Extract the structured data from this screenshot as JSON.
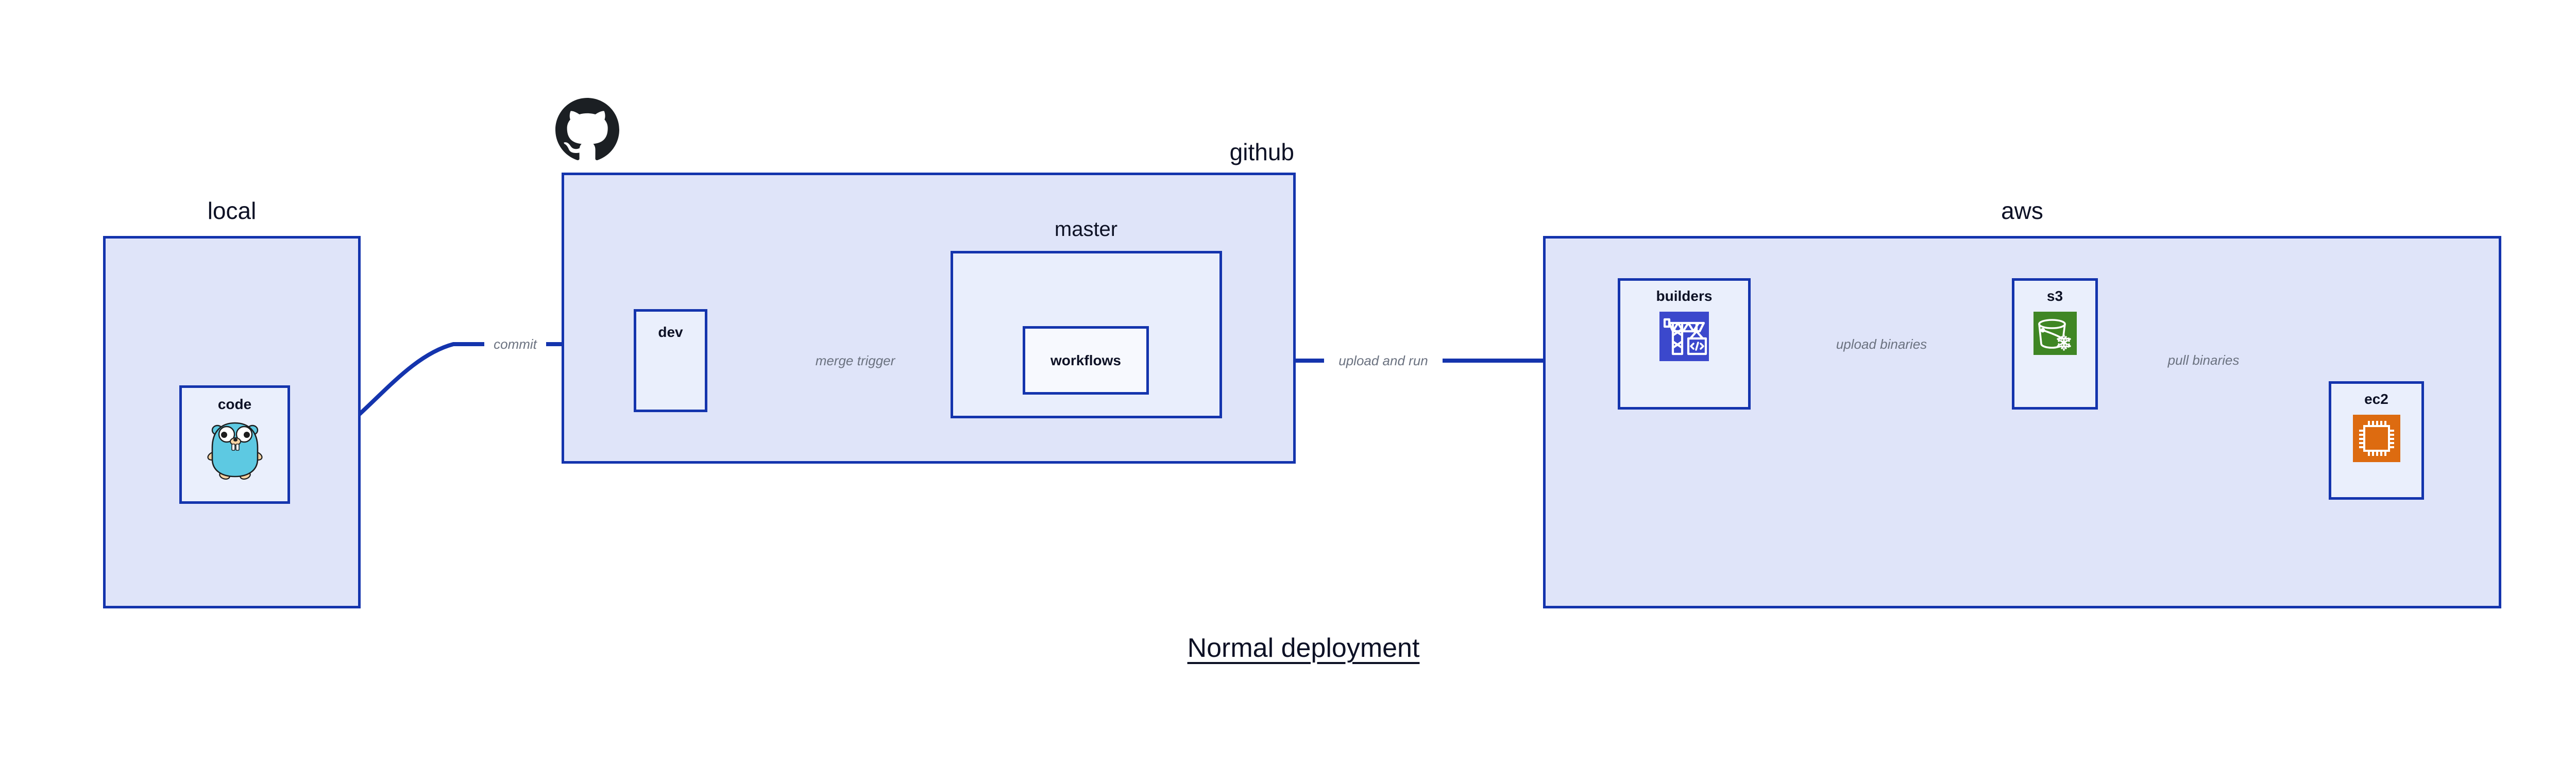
{
  "diagram": {
    "caption": "Normal deployment",
    "accent_color": "#1434ad",
    "zone_fill": "#dfe4f9",
    "node_fill": "#eaeffc",
    "label_color": "#6b7280"
  },
  "zones": [
    {
      "id": "local",
      "label": "local",
      "label_align": "center"
    },
    {
      "id": "github",
      "label": "github",
      "label_align": "right"
    },
    {
      "id": "aws",
      "label": "aws",
      "label_align": "center"
    }
  ],
  "subzones": [
    {
      "id": "master",
      "label": "master",
      "parent": "github"
    }
  ],
  "nodes": [
    {
      "id": "code",
      "label": "code",
      "parent": "local",
      "icon": "go-gopher-icon",
      "icon_color": "#5dc9e2"
    },
    {
      "id": "dev",
      "label": "dev",
      "parent": "github",
      "icon": null,
      "icon_color": null
    },
    {
      "id": "workflows",
      "label": "workflows",
      "parent": "master",
      "icon": null,
      "icon_color": null
    },
    {
      "id": "builders",
      "label": "builders",
      "parent": "aws",
      "icon": "crane-code-icon",
      "icon_color": "#3b48cc"
    },
    {
      "id": "s3",
      "label": "s3",
      "parent": "aws",
      "icon": "s3-bucket-icon",
      "icon_color": "#3f8624"
    },
    {
      "id": "ec2",
      "label": "ec2",
      "parent": "aws",
      "icon": "cpu-chip-icon",
      "icon_color": "#dd6b10"
    }
  ],
  "edges": [
    {
      "id": "commit",
      "label": "commit",
      "from": "code",
      "to": "dev"
    },
    {
      "id": "merge-trigger",
      "label": "merge trigger",
      "from": "dev",
      "to": "workflows"
    },
    {
      "id": "upload-and-run",
      "label": "upload and run",
      "from": "workflows",
      "to": "builders"
    },
    {
      "id": "upload-binaries",
      "label": "upload binaries",
      "from": "builders",
      "to": "s3"
    },
    {
      "id": "pull-binaries",
      "label": "pull binaries",
      "from": "s3",
      "to": "ec2"
    }
  ],
  "logos": [
    {
      "id": "github-logo",
      "name": "github-octocat-icon",
      "color": "#1b1f23"
    }
  ]
}
